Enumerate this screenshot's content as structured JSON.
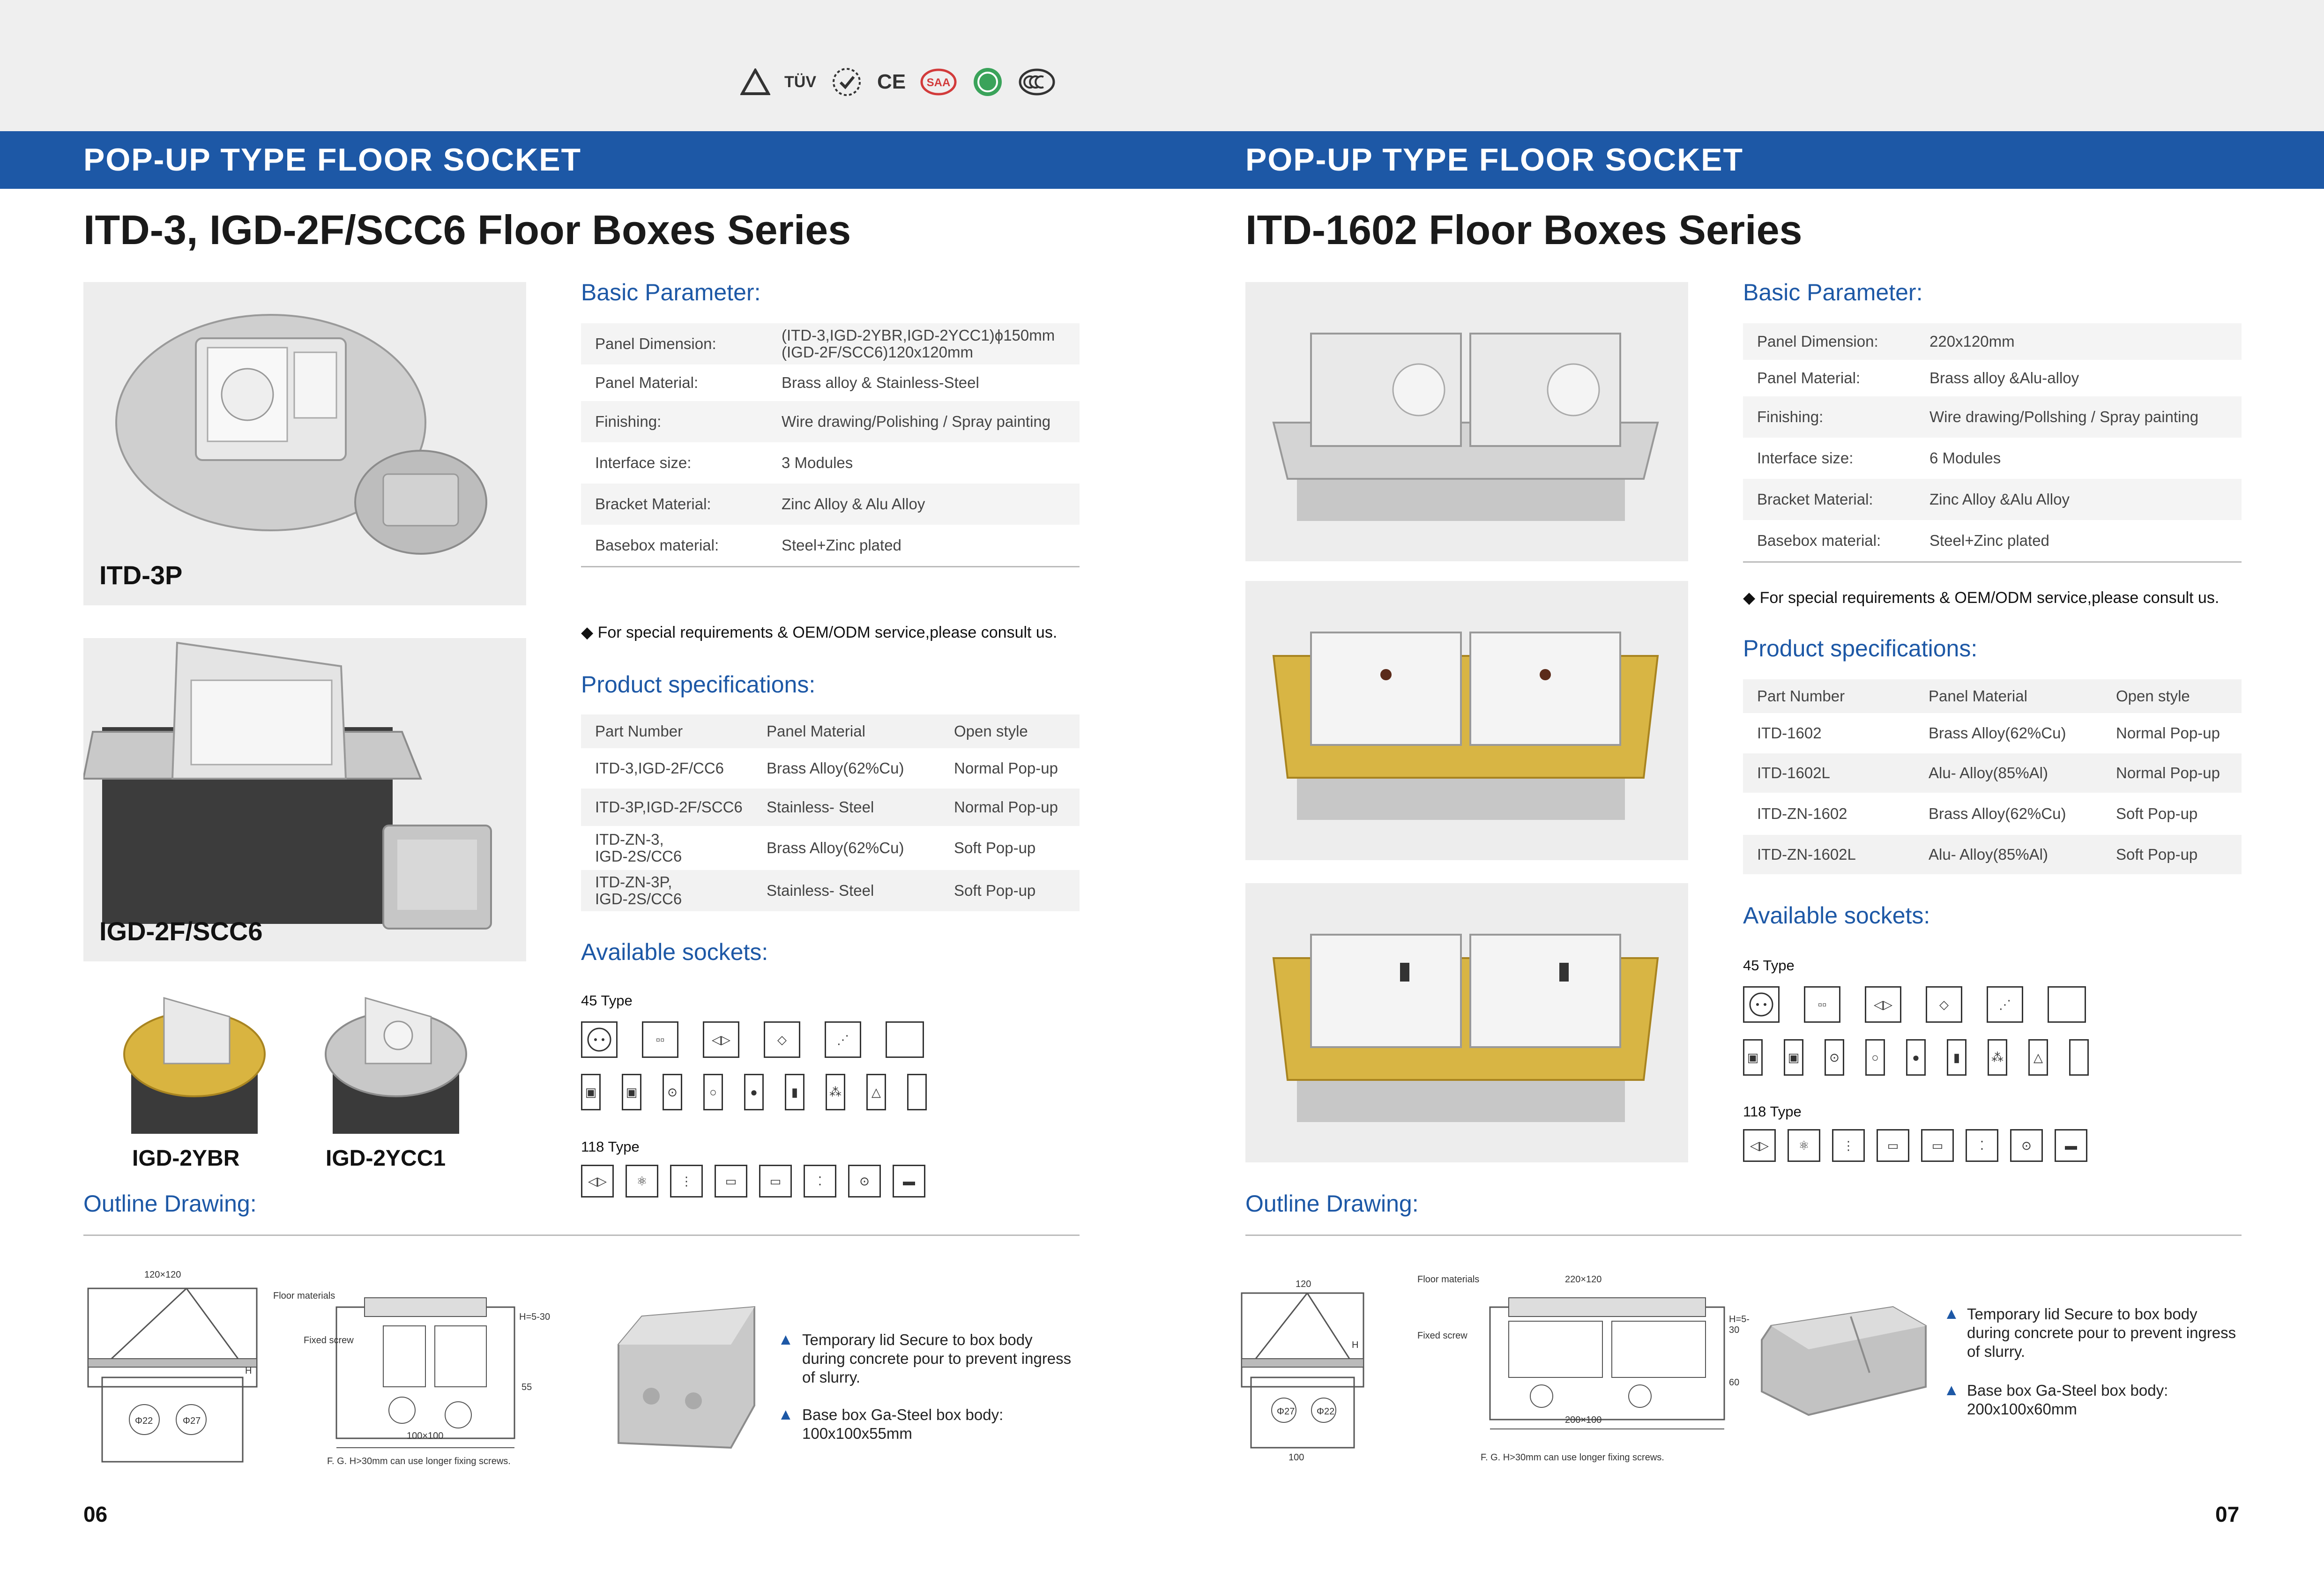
{
  "certifications": [
    "TÜV",
    "CE",
    "SAA",
    "CCC"
  ],
  "banner": {
    "left": "POP-UP TYPE FLOOR SOCKET",
    "right": "POP-UP TYPE FLOOR SOCKET"
  },
  "left": {
    "title": "ITD-3, IGD-2F/SCC6 Floor Boxes Series",
    "photo_labels": [
      "ITD-3P",
      "IGD-2F/SCC6",
      "IGD-2YBR",
      "IGD-2YCC1"
    ],
    "basic_title": "Basic Parameter:",
    "params": [
      {
        "key": "Panel Dimension:",
        "value": "(ITD-3,IGD-2YBR,IGD-2YCC1)ϕ150mm",
        "value2": "(IGD-2F/SCC6)120x120mm"
      },
      {
        "key": "Panel Material:",
        "value": "Brass alloy & Stainless-Steel"
      },
      {
        "key": "Finishing:",
        "value": "Wire drawing/Polishing / Spray painting"
      },
      {
        "key": "Interface size:",
        "value": "3 Modules"
      },
      {
        "key": "Bracket Material:",
        "value": "Zinc Alloy & Alu Alloy"
      },
      {
        "key": "Basebox material:",
        "value": "Steel+Zinc plated"
      }
    ],
    "note": "◆ For special requirements & OEM/ODM service,please consult us.",
    "spec_title": "Product specifications:",
    "spec_headers": [
      "Part Number",
      "Panel Material",
      "Open style"
    ],
    "spec_rows": [
      {
        "part": "ITD-3,IGD-2F/CC6",
        "material": "Brass Alloy(62%Cu)",
        "style": "Normal Pop-up"
      },
      {
        "part": "ITD-3P,IGD-2F/SCC6",
        "material": "Stainless- Steel",
        "style": "Normal Pop-up"
      },
      {
        "part": "ITD-ZN-3,",
        "part2": "IGD-2S/CC6",
        "material": "Brass Alloy(62%Cu)",
        "style": "Soft Pop-up"
      },
      {
        "part": "ITD-ZN-3P,",
        "part2": "IGD-2S/CC6",
        "material": "Stainless- Steel",
        "style": "Soft Pop-up"
      }
    ],
    "sockets_title": "Available sockets:",
    "type45": "45 Type",
    "type118": "118 Type",
    "outline_title": "Outline Drawing:",
    "drawing_labels": [
      "120×120",
      "Floor materials",
      "Fixed screw",
      "100×100",
      "F. G.  H>30mm can use longer fixing screws.",
      "H=5-30",
      "55",
      "H",
      "Φ22",
      "Φ27"
    ],
    "bullets": [
      {
        "line1": "Temporary lid Secure to box body",
        "line2": "during concrete pour to prevent ingress",
        "line3": "of slurry."
      },
      {
        "line1": "Base box Ga-Steel box body:",
        "line2": "100x100x55mm"
      }
    ],
    "page_number": "06"
  },
  "right": {
    "title": "ITD-1602 Floor Boxes Series",
    "basic_title": "Basic Parameter:",
    "params": [
      {
        "key": "Panel Dimension:",
        "value": "220x120mm"
      },
      {
        "key": "Panel Material:",
        "value": "Brass alloy &Alu-alloy"
      },
      {
        "key": "Finishing:",
        "value": "Wire drawing/Pollshing / Spray painting"
      },
      {
        "key": "Interface size:",
        "value": "6 Modules"
      },
      {
        "key": "Bracket Material:",
        "value": "Zinc Alloy &Alu Alloy"
      },
      {
        "key": "Basebox material:",
        "value": "Steel+Zinc plated"
      }
    ],
    "note": "◆ For special requirements & OEM/ODM service,please consult us.",
    "spec_title": "Product specifications:",
    "spec_headers": [
      "Part Number",
      "Panel Material",
      "Open style"
    ],
    "spec_rows": [
      {
        "part": "ITD-1602",
        "material": "Brass Alloy(62%Cu)",
        "style": "Normal Pop-up"
      },
      {
        "part": "ITD-1602L",
        "material": "Alu- Alloy(85%Al)",
        "style": "Normal Pop-up"
      },
      {
        "part": "ITD-ZN-1602",
        "material": "Brass Alloy(62%Cu)",
        "style": "Soft Pop-up"
      },
      {
        "part": "ITD-ZN-1602L",
        "material": "Alu- Alloy(85%Al)",
        "style": "Soft Pop-up"
      }
    ],
    "sockets_title": "Available sockets:",
    "type45": "45 Type",
    "type118": "118 Type",
    "outline_title": "Outline Drawing:",
    "drawing_labels": [
      "120",
      "Floor materials",
      "Fixed screw",
      "220×120",
      "200×100",
      "100",
      "F. G.  H>30mm can use longer fixing screws.",
      "H=5-30",
      "60",
      "H",
      "Φ27",
      "Φ22"
    ],
    "bullets": [
      {
        "line1": "Temporary lid Secure to box body",
        "line2": "during concrete pour to prevent ingress",
        "line3": "of slurry."
      },
      {
        "line1": "Base box Ga-Steel box body:",
        "line2": "200x100x60mm"
      }
    ],
    "page_number": "07"
  }
}
